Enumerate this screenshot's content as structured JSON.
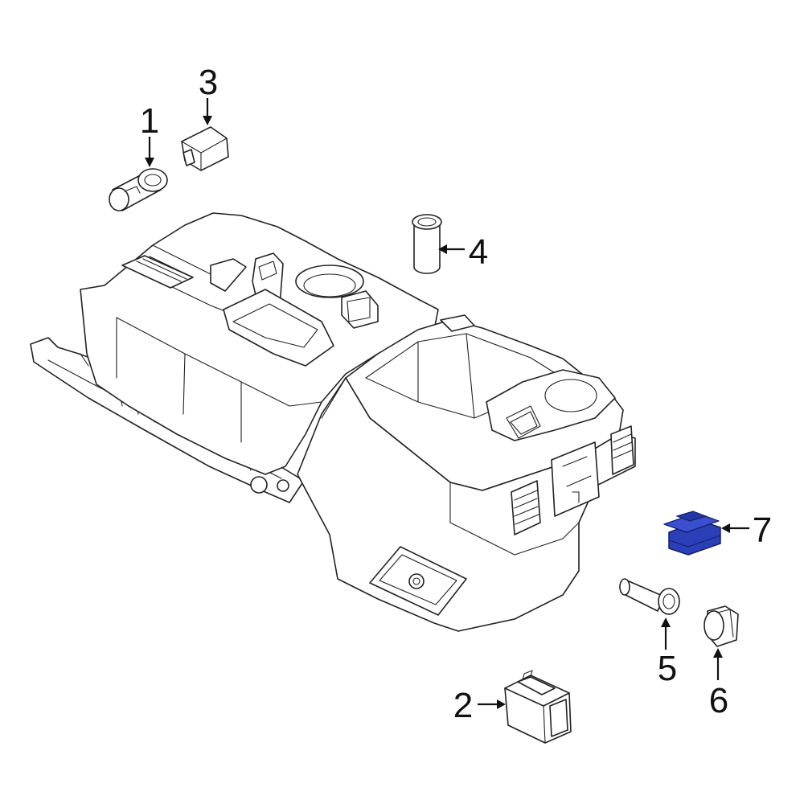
{
  "diagram": {
    "highlight_color": "#2b3fb8",
    "callouts": [
      {
        "id": "1",
        "label": "1"
      },
      {
        "id": "2",
        "label": "2"
      },
      {
        "id": "3",
        "label": "3"
      },
      {
        "id": "4",
        "label": "4"
      },
      {
        "id": "5",
        "label": "5"
      },
      {
        "id": "6",
        "label": "6"
      },
      {
        "id": "7",
        "label": "7"
      }
    ]
  }
}
